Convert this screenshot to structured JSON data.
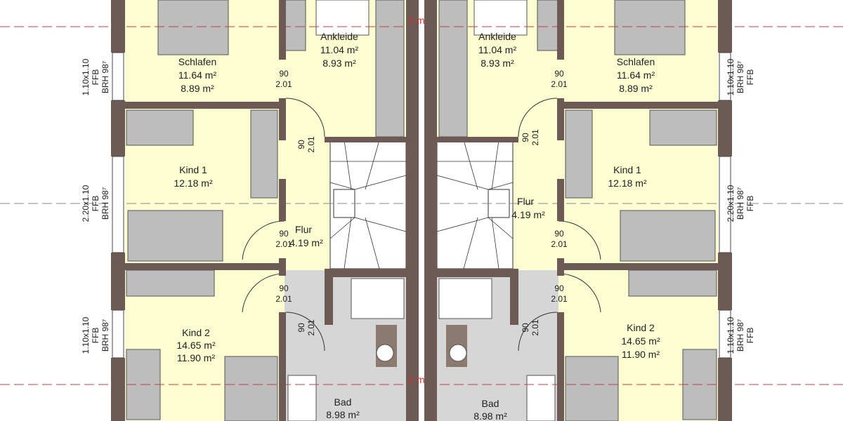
{
  "colors": {
    "wall": "#6e5a55",
    "room": "#fdfdd2",
    "bath": "#d6d6d6",
    "furniture": "#bdbdbd",
    "axis": "#c04040"
  },
  "scale_label": "2 m",
  "rooms": {
    "schlafen": {
      "name": "Schlafen",
      "area1": "11.64 m²",
      "area2": "8.89 m²"
    },
    "ankleide": {
      "name": "Ankleide",
      "area1": "11.04 m²",
      "area2": "8.93 m²"
    },
    "kind1": {
      "name": "Kind 1",
      "area1": "12.18 m²"
    },
    "flur": {
      "name": "Flur",
      "area1": "4.19 m²"
    },
    "kind2": {
      "name": "Kind 2",
      "area1": "14.65 m²",
      "area2": "11.90 m²"
    },
    "bad": {
      "name": "Bad",
      "area1": "8.98 m²"
    }
  },
  "door": {
    "width": "90",
    "height": "2.01"
  },
  "windows": [
    {
      "size": "1.10x1.10",
      "ffb": "FFB",
      "brh": "BRH 98⁷"
    },
    {
      "size": "2.20x1.10",
      "ffb": "FFB",
      "brh": "BRH 98⁷"
    },
    {
      "size": "1.10x1.10",
      "ffb": "FFB",
      "brh": "BRH 98⁷"
    }
  ]
}
